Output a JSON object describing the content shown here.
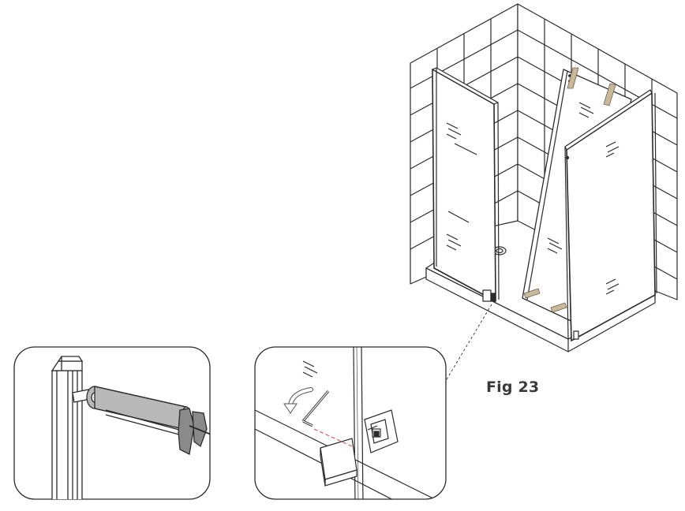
{
  "figure": {
    "label": "Fig 23"
  },
  "colors": {
    "line": "#2b2b2b",
    "tape": "#c9b99a",
    "caulk_gun": "#b8b8b8",
    "seal_gray": "#8a8a8a",
    "dash_red": "#d9534f"
  },
  "icons": {
    "main": "shower-enclosure-assembly",
    "detail_left": "caulking-gun",
    "detail_right": "allen-key-bracket"
  }
}
